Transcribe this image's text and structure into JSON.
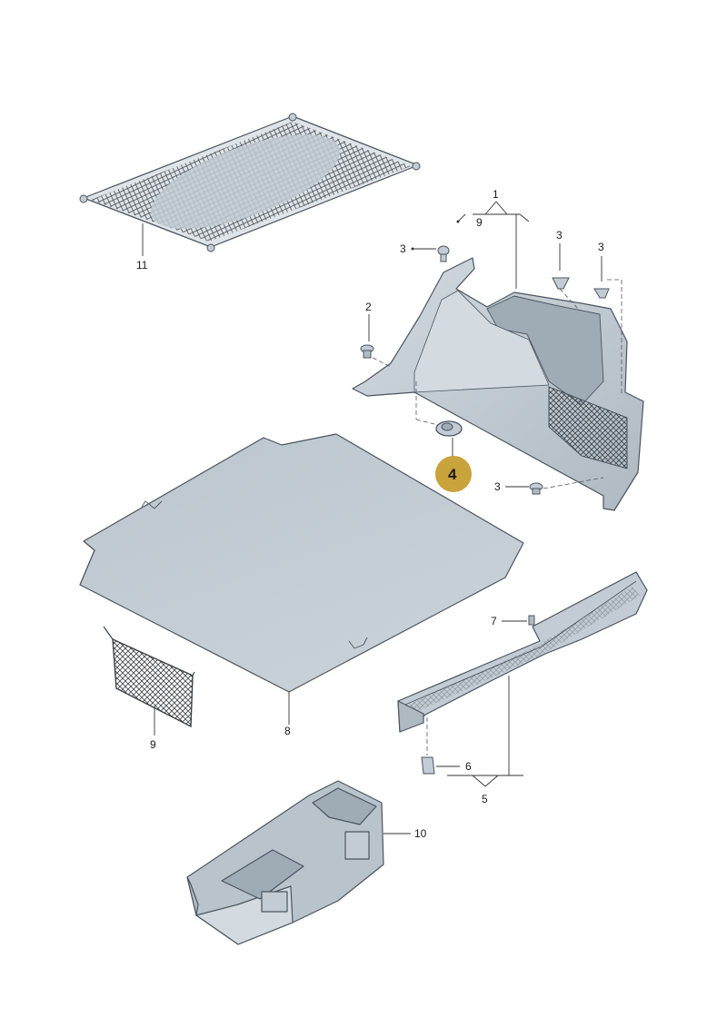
{
  "callouts": {
    "c1": "1",
    "c2": "2",
    "c3a": "3",
    "c3b": "3",
    "c3c": "3",
    "c3d": "3",
    "c4": "4",
    "c5": "5",
    "c6": "6",
    "c7": "7",
    "c8": "8",
    "c9_top": "9",
    "c9_bottom": "9",
    "c10": "10",
    "c11": "11"
  },
  "colors": {
    "part_fill": "#c3ccd4",
    "part_fill_dark": "#9fabb5",
    "part_fill_light": "#d3dae0",
    "outline": "#4a5560",
    "badge": "#c9a33b",
    "net": "#3b4248"
  },
  "icons": [
    "clip-icon",
    "screw-icon",
    "bulb-icon"
  ]
}
